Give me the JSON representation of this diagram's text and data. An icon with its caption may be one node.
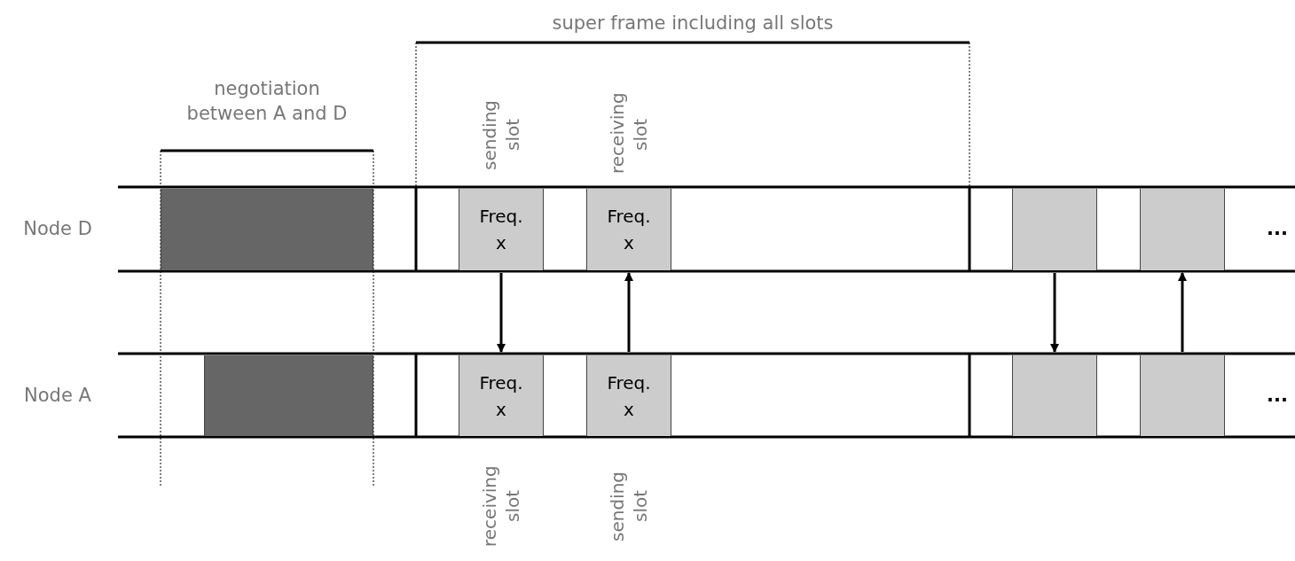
{
  "diagram": {
    "nodes": [
      {
        "text": [],
        "shape": "box"
      },
      {
        "text": [
          "Freq. x"
        ],
        "beside": [
          "sending slot"
        ]
      },
      {
        "text": [
          "Freq. x"
        ],
        "beside": [
          "receiving slot"
        ]
      },
      {
        "text": [],
        "shape": "box"
      },
      {
        "text": [],
        "shape": "box"
      },
      {
        "text": [],
        "shape": "box"
      },
      {
        "text": [
          "Freq. x"
        ],
        "beside": [
          "receiving slot"
        ]
      },
      {
        "text": [
          "Freq. x"
        ],
        "beside": [
          "sending slot"
        ]
      },
      {
        "text": [],
        "shape": "box"
      },
      {
        "text": [],
        "shape": "box"
      }
    ],
    "edges": [
      {
        "from": 1,
        "to": 6,
        "arrow": "to"
      },
      {
        "from": 7,
        "to": 2,
        "arrow": "to"
      },
      {
        "from": 3,
        "to": 8,
        "arrow": "to"
      },
      {
        "from": 9,
        "to": 4,
        "arrow": "to"
      }
    ],
    "labels": [
      "super frame including all slots",
      "negotiation between A and D",
      "Node D",
      "...",
      "Node A",
      "..."
    ]
  }
}
